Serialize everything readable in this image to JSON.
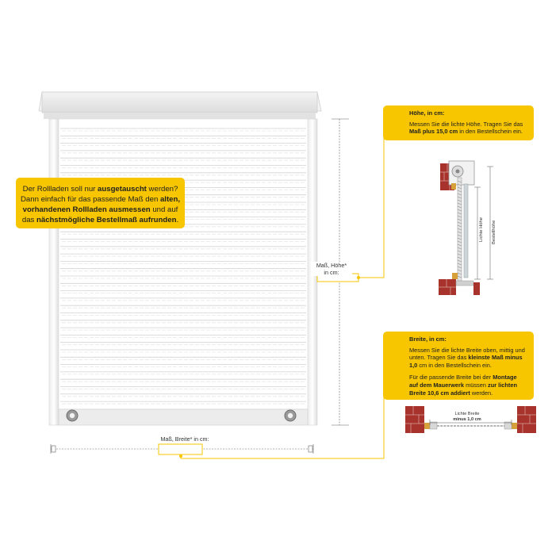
{
  "intro_box": {
    "line1_pre": "Der Rollladen soll nur ",
    "line1_bold": "ausgetauscht",
    "line1_post": " werden?",
    "line2_pre": "Dann einfach für das passende Maß den ",
    "line2_bold": "alten,",
    "line3_bold": "vorhandenen Rollladen ausmessen",
    "line3_post": " und auf",
    "line4_pre": "das ",
    "line4_bold": "nächstmögliche Bestellmaß aufrunden",
    "line4_post": "."
  },
  "height_box": {
    "title": "Höhe, in cm:",
    "text_pre": "Messen Sie die lichte Höhe. Tragen Sie das ",
    "text_bold": "Maß plus 15,0 cm",
    "text_post": " in den Bestellschein ein."
  },
  "width_box": {
    "title": "Breite, in cm:",
    "p1_pre": "Messen Sie die lichte Breite oben, mittig und unten. Tragen Sie das ",
    "p1_bold": "kleinste Maß minus 1,0",
    "p1_post": " cm in den Bestellschein ein.",
    "p2_pre": "Für die passende Breite bei der ",
    "p2_bold1": "Montage auf dem Mauerwerk",
    "p2_mid": " müssen ",
    "p2_bold2": "zur lichten Breite 10,6 cm addiert",
    "p2_post": " werden."
  },
  "height_label": {
    "line1": "Maß, Höhe*",
    "line2": "in cm:"
  },
  "width_label": "Maß, Breite* in cm:",
  "side_diagram": {
    "lichte_hoehe": "Lichte Höhe",
    "bestellhoehe": "Bestellhöhe"
  },
  "bottom_diagram": {
    "lichte_breite": "Lichte Breite",
    "minus": "minus 1,0 cm"
  },
  "colors": {
    "accent": "#f7c600",
    "brick": "#a8332c",
    "shutter": "#ffffff",
    "frame": "#e6e6e6"
  }
}
